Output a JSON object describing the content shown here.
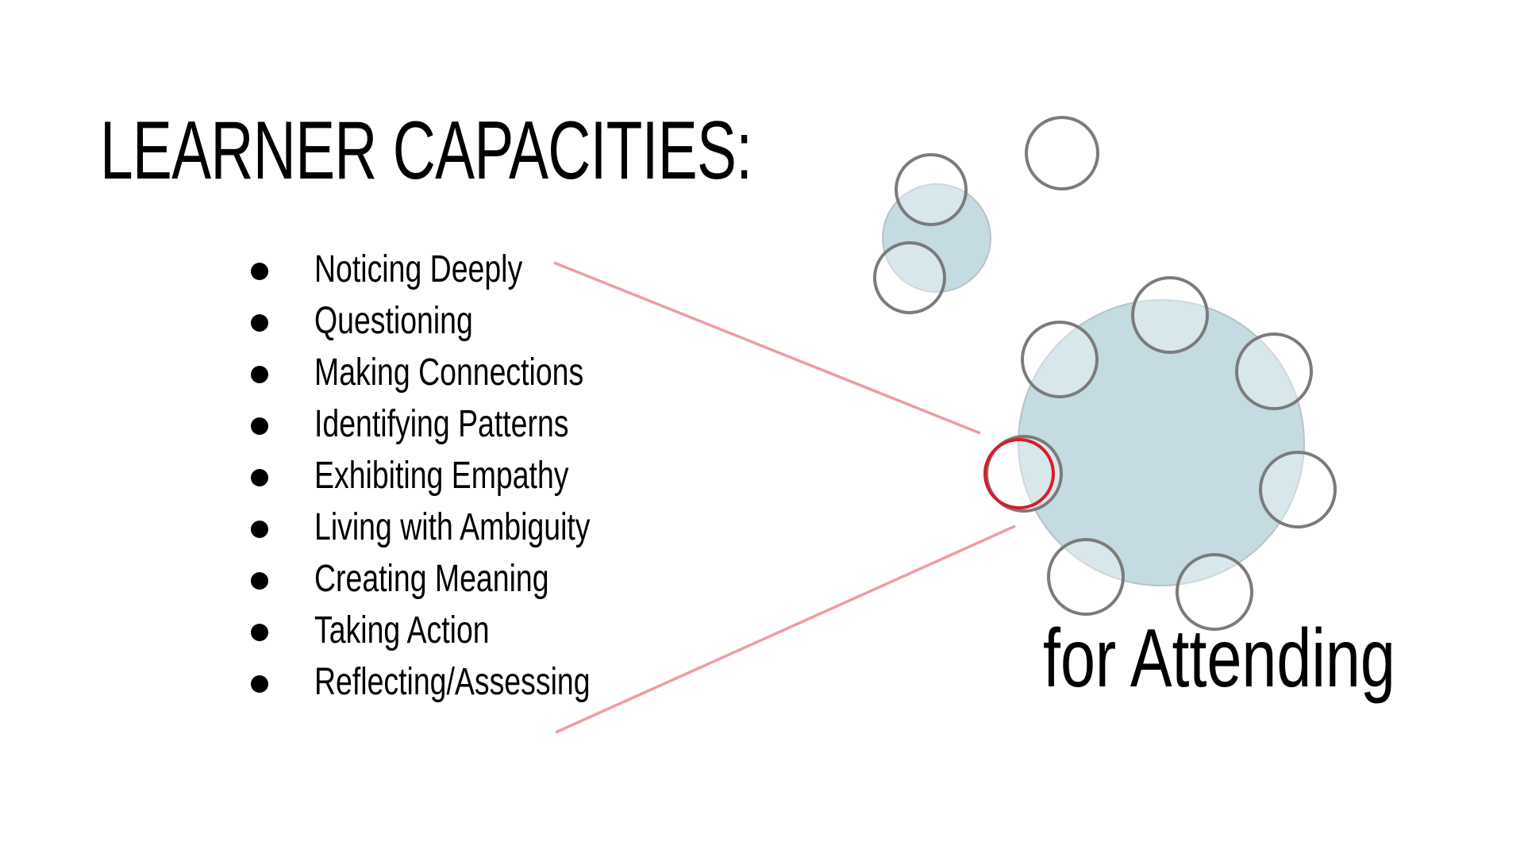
{
  "slide": {
    "title": "LEARNER CAPACITIES:",
    "capacities": [
      "Noticing Deeply",
      "Questioning",
      "Making Connections",
      "Identifying Patterns",
      "Exhibiting Empathy",
      "Living with Ambiguity",
      "Creating Meaning",
      "Taking Action",
      "Reflecting/Assessing"
    ],
    "caption": "for Attending"
  },
  "colors": {
    "table_fill": "#c4dbe2",
    "seat_stroke": "#7b7b7b",
    "highlight_seat": "#d71e28",
    "connector_line": "#ef9ca1",
    "text": "#000000"
  }
}
